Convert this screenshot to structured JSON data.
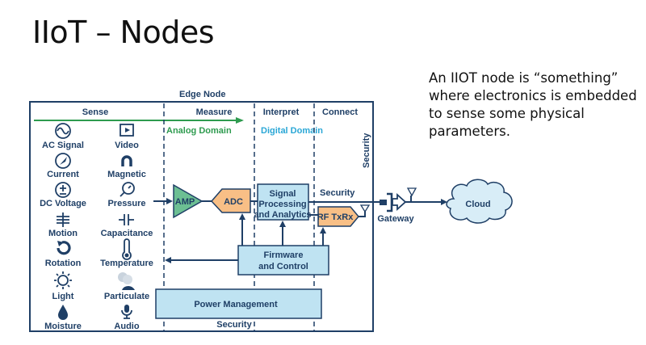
{
  "slide": {
    "title": "IIoT – Nodes",
    "description": "An IIOT node is “something” where electronics is embedded to sense some physical parameters."
  },
  "diagram": {
    "edge_node_label": "Edge Node",
    "sections": {
      "sense": "Sense",
      "measure": "Measure",
      "interpret": "Interpret",
      "connect": "Connect"
    },
    "domains": {
      "analog": "Analog Domain",
      "digital": "Digital Domain"
    },
    "sensors": [
      {
        "label": "AC Signal",
        "icon": "ac-signal-icon"
      },
      {
        "label": "Video",
        "icon": "video-icon"
      },
      {
        "label": "Current",
        "icon": "current-icon"
      },
      {
        "label": "Magnetic",
        "icon": "magnet-icon"
      },
      {
        "label": "DC Voltage",
        "icon": "dc-voltage-icon"
      },
      {
        "label": "Pressure",
        "icon": "pressure-gauge-icon"
      },
      {
        "label": "Motion",
        "icon": "motion-icon"
      },
      {
        "label": "Capacitance",
        "icon": "capacitor-icon"
      },
      {
        "label": "Rotation",
        "icon": "rotation-icon"
      },
      {
        "label": "Temperature",
        "icon": "thermometer-icon"
      },
      {
        "label": "Light",
        "icon": "sun-icon"
      },
      {
        "label": "Particulate",
        "icon": "particulate-icon"
      },
      {
        "label": "Moisture",
        "icon": "droplet-icon"
      },
      {
        "label": "Audio",
        "icon": "microphone-icon"
      }
    ],
    "blocks": {
      "amp": "AMP",
      "adc": "ADC",
      "signal_processing_line1": "Signal",
      "signal_processing_line2": "Processing",
      "signal_processing_line3": "and Analytics",
      "rf": "RF TxRx",
      "firmware_line1": "Firmware",
      "firmware_line2": "and Control",
      "power": "Power Management"
    },
    "security_labels": {
      "vertical": "Security",
      "connect": "Security",
      "bottom": "Security"
    },
    "gateway": "Gateway",
    "cloud": "Cloud"
  }
}
